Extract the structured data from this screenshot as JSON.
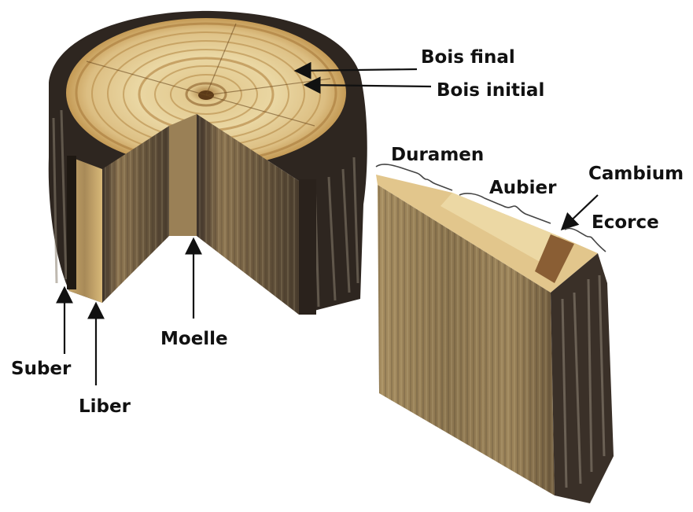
{
  "labels": {
    "bois_final": "Bois final",
    "bois_initial": "Bois initial",
    "duramen": "Duramen",
    "aubier": "Aubier",
    "cambium": "Cambium",
    "ecorce": "Ecorce",
    "moelle": "Moelle",
    "suber": "Suber",
    "liber": "Liber"
  },
  "colors": {
    "background": "#ffffff",
    "bark_dark": "#2a221c",
    "bark_mid": "#5a5048",
    "wood_light": "#e8d49c",
    "wood_ring": "#c49a55",
    "wood_side": "#8c7450",
    "label_text": "#111111"
  }
}
